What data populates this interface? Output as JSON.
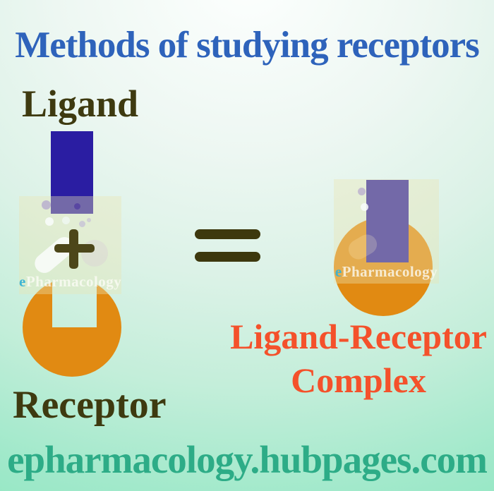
{
  "title": "Methods of studying receptors",
  "diagram": {
    "ligand_label": "Ligand",
    "receptor_label": "Receptor",
    "complex_label_line1": "Ligand-Receptor",
    "complex_label_line2": "Complex",
    "plus_icon": "plus",
    "equals_icon": "equals"
  },
  "watermark": {
    "prefix": "e",
    "rest": "Pharmacology"
  },
  "footer": {
    "url": "epharmacology.hubpages.com"
  },
  "colors": {
    "title_blue": "#2e63bb",
    "label_olive": "#3e3a10",
    "ligand_blue": "#2a1da2",
    "receptor_orange": "#e18a12",
    "operator_olive": "#46400f",
    "complex_red": "#f4512b",
    "footer_teal": "#2dac87",
    "background_top": "#fdfffe",
    "background_bottom": "#8ce5bf"
  }
}
